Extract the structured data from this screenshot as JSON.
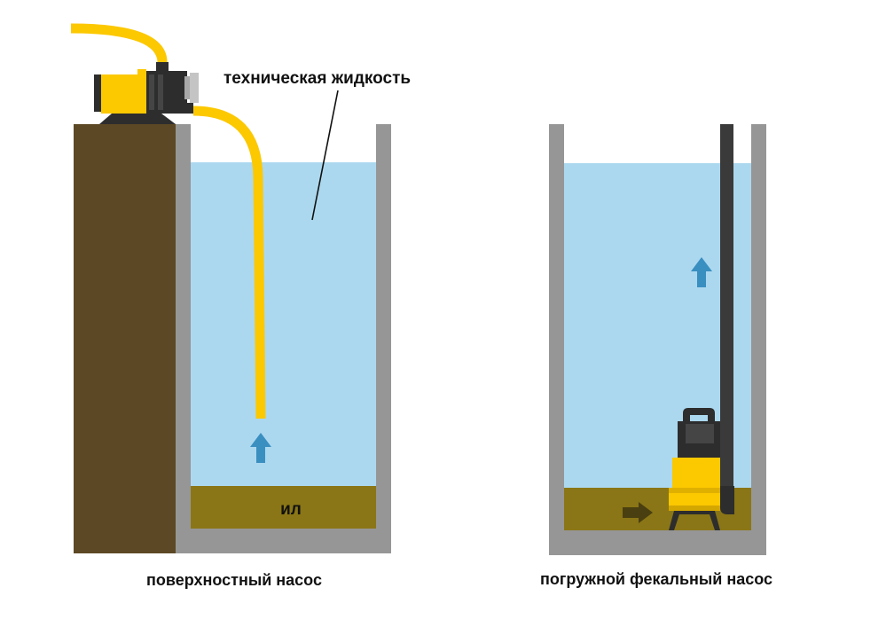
{
  "labels": {
    "technical_fluid": "техническая жидкость",
    "silt": "ил",
    "surface_pump_caption": "поверхностный насос",
    "submersible_pump_caption": "погружной фекальный насос"
  },
  "colors": {
    "soil": "#5c4824",
    "wall": "#969696",
    "water": "#acd8ef",
    "silt": "#8a7616",
    "hose_yellow": "#fcc800",
    "pump_dark": "#2d2d2d",
    "arrow_blue": "#3a8fc1",
    "arrow_dark": "#4a3f10"
  },
  "icons": {
    "surface_pump": "surface-pump-icon",
    "submersible_pump": "submersible-pump-icon",
    "flow_up_left": "arrow-up-icon",
    "flow_up_right": "arrow-up-icon",
    "inflow_right": "arrow-right-icon"
  }
}
